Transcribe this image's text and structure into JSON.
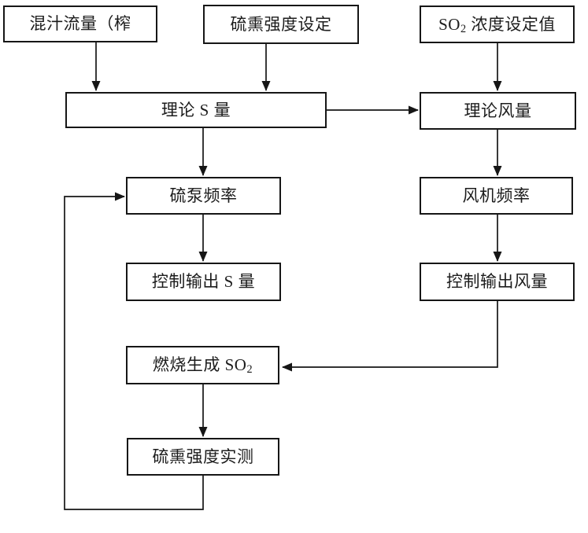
{
  "diagram": {
    "kind": "flowchart",
    "language": "zh-CN",
    "colors": {
      "background": "#ffffff",
      "line": "#161616",
      "box_fill": "#ffffff",
      "text": "#1c1c1c"
    },
    "nodes": {
      "mixed_juice_flow": {
        "text": "混汁流量（榨"
      },
      "sulfur_intensity_setpoint": {
        "text": "硫熏强度设定"
      },
      "so2_concentration_setpoint": {
        "pre": "SO",
        "sub": "2",
        "post": " 浓度设定值"
      },
      "theoretical_s_amount": {
        "text": "理论 S 量"
      },
      "theoretical_air_volume": {
        "text": "理论风量"
      },
      "sulfur_pump_frequency": {
        "text": "硫泵频率"
      },
      "fan_frequency": {
        "text": "风机频率"
      },
      "control_output_s_amount": {
        "text": "控制输出 S 量"
      },
      "control_output_air_volume": {
        "text": "控制输出风量"
      },
      "combustion_generates_so2": {
        "pre": "燃烧生成 SO",
        "sub": "2",
        "post": ""
      },
      "measured_sulfur_intensity": {
        "text": "硫熏强度实测"
      }
    },
    "edges": [
      {
        "from": "mixed_juice_flow",
        "to": "theoretical_s_amount",
        "style": "arrow-down"
      },
      {
        "from": "sulfur_intensity_setpoint",
        "to": "theoretical_s_amount",
        "style": "arrow-down"
      },
      {
        "from": "so2_concentration_setpoint",
        "to": "theoretical_air_volume",
        "style": "arrow-down"
      },
      {
        "from": "theoretical_s_amount",
        "to": "theoretical_air_volume",
        "style": "arrow-right"
      },
      {
        "from": "theoretical_s_amount",
        "to": "sulfur_pump_frequency",
        "style": "arrow-down"
      },
      {
        "from": "theoretical_air_volume",
        "to": "fan_frequency",
        "style": "arrow-down"
      },
      {
        "from": "sulfur_pump_frequency",
        "to": "control_output_s_amount",
        "style": "arrow-down"
      },
      {
        "from": "fan_frequency",
        "to": "control_output_air_volume",
        "style": "arrow-down"
      },
      {
        "from": "control_output_air_volume",
        "to": "combustion_generates_so2",
        "style": "elbow-down-left"
      },
      {
        "from": "combustion_generates_so2",
        "to": "measured_sulfur_intensity",
        "style": "arrow-down"
      },
      {
        "from": "measured_sulfur_intensity",
        "to": "sulfur_pump_frequency",
        "style": "feedback-loop-left"
      }
    ]
  }
}
